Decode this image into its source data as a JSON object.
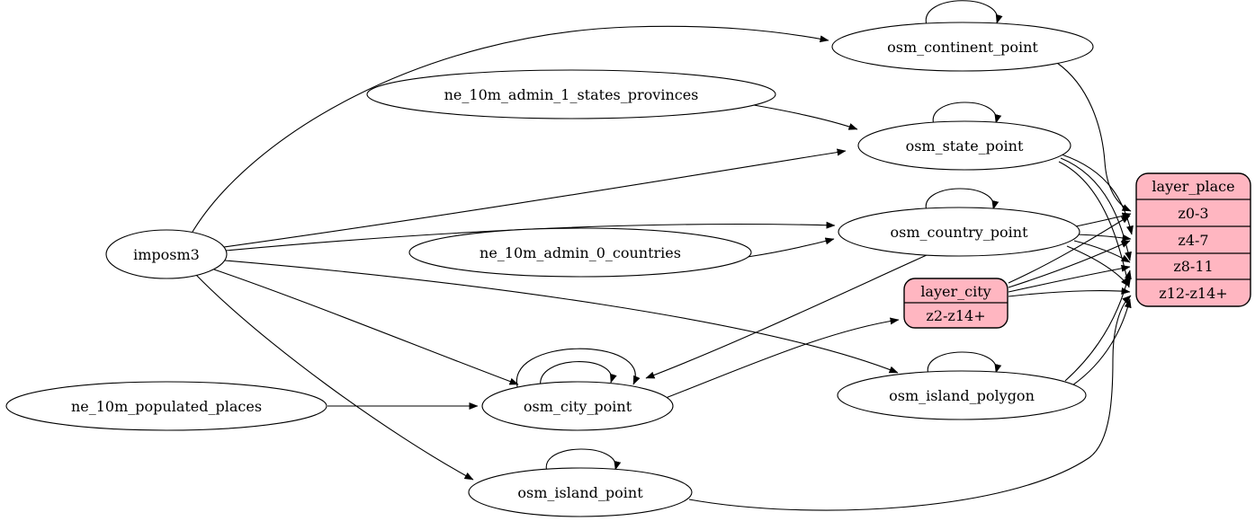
{
  "diagram": {
    "type": "graphviz-etl-digraph",
    "colors": {
      "record_fill": "#ffb6c1",
      "node_fill": "#ffffff",
      "stroke": "#000000",
      "background": "#ffffff"
    },
    "nodes": {
      "imposm3": {
        "label": "imposm3"
      },
      "ne_states": {
        "label": "ne_10m_admin_1_states_provinces"
      },
      "ne_countries": {
        "label": "ne_10m_admin_0_countries"
      },
      "ne_places": {
        "label": "ne_10m_populated_places"
      },
      "continent": {
        "label": "osm_continent_point"
      },
      "state": {
        "label": "osm_state_point"
      },
      "country": {
        "label": "osm_country_point"
      },
      "city": {
        "label": "osm_city_point"
      },
      "island_polygon": {
        "label": "osm_island_polygon"
      },
      "island_point": {
        "label": "osm_island_point"
      }
    },
    "records": {
      "layer_city": {
        "title": "layer_city",
        "rows": {
          "r0": "z2-z14+"
        }
      },
      "layer_place": {
        "title": "layer_place",
        "rows": {
          "r0": "z0-3",
          "r1": "z4-7",
          "r2": "z8-11",
          "r3": "z12-z14+"
        }
      }
    },
    "edges": [
      {
        "from": "imposm3",
        "to": "osm_continent_point"
      },
      {
        "from": "imposm3",
        "to": "osm_state_point"
      },
      {
        "from": "imposm3",
        "to": "osm_country_point"
      },
      {
        "from": "imposm3",
        "to": "osm_city_point"
      },
      {
        "from": "imposm3",
        "to": "osm_island_polygon"
      },
      {
        "from": "imposm3",
        "to": "osm_island_point"
      },
      {
        "from": "ne_10m_admin_1_states_provinces",
        "to": "osm_state_point"
      },
      {
        "from": "ne_10m_admin_0_countries",
        "to": "osm_country_point"
      },
      {
        "from": "ne_10m_populated_places",
        "to": "osm_city_point"
      },
      {
        "from": "osm_continent_point",
        "to": "osm_continent_point"
      },
      {
        "from": "osm_state_point",
        "to": "osm_state_point"
      },
      {
        "from": "osm_country_point",
        "to": "osm_country_point"
      },
      {
        "from": "osm_island_polygon",
        "to": "osm_island_polygon"
      },
      {
        "from": "osm_island_point",
        "to": "osm_island_point"
      },
      {
        "from": "osm_city_point",
        "to": "osm_city_point"
      },
      {
        "from": "osm_city_point",
        "to": "osm_city_point"
      },
      {
        "from": "osm_country_point",
        "to": "osm_city_point"
      },
      {
        "from": "osm_city_point",
        "to": "layer_city:z2-z14+"
      },
      {
        "from": "osm_continent_point",
        "to": "layer_place:z0-3"
      },
      {
        "from": "osm_state_point",
        "to": "layer_place:z4-7"
      },
      {
        "from": "osm_state_point",
        "to": "layer_place:z8-11"
      },
      {
        "from": "osm_state_point",
        "to": "layer_place:z12-z14+"
      },
      {
        "from": "osm_country_point",
        "to": "layer_place:z0-3"
      },
      {
        "from": "osm_country_point",
        "to": "layer_place:z4-7"
      },
      {
        "from": "osm_country_point",
        "to": "layer_place:z8-11"
      },
      {
        "from": "osm_country_point",
        "to": "layer_place:z12-z14+"
      },
      {
        "from": "osm_island_polygon",
        "to": "layer_place:z8-11"
      },
      {
        "from": "osm_island_polygon",
        "to": "layer_place:z12-z14+"
      },
      {
        "from": "osm_island_point",
        "to": "layer_place:z12-z14+"
      },
      {
        "from": "layer_city",
        "to": "layer_place:z0-3"
      },
      {
        "from": "layer_city",
        "to": "layer_place:z4-7"
      },
      {
        "from": "layer_city",
        "to": "layer_place:z8-11"
      },
      {
        "from": "layer_city",
        "to": "layer_place:z12-z14+"
      }
    ]
  }
}
